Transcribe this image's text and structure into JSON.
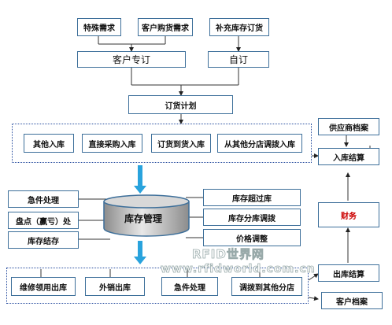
{
  "nodes": {
    "special_req": "特殊需求",
    "customer_req": "客户购货需求",
    "replenish_req": "补充库存订货",
    "customer_order": "客户专订",
    "self_order": "自订",
    "order_plan": "订货计划",
    "supplier_file": "供应商档案",
    "other_in": "其他入库",
    "direct_purchase_in": "直接采购入库",
    "order_arrival_in": "订货到货入库",
    "transfer_in": "从其他分店调拨入库",
    "in_settlement": "入库结算",
    "urgent_proc": "急件处理",
    "stocktake": "盘点（赢亏）处",
    "inventory_carry": "库存结存",
    "inventory_mgmt": "库存管理",
    "stock_warning": "库存超过库",
    "stock_balance": "库存分库调拨",
    "price_adjust": "价格调整",
    "finance": "财务",
    "out_settlement": "出库结算",
    "repair_out": "维修领用出库",
    "sales_out": "外销出库",
    "urgent_out": "急件处理",
    "transfer_out": "调拨到其他分店",
    "customer_file": "客户档案"
  },
  "watermark": {
    "line1": "RFID世界网",
    "line2": "www.rfidworld.com.cn"
  },
  "colors": {
    "border": "#3d6f9a",
    "dashed": "#2a4fa0",
    "arrow": "#29a3dd",
    "finance_text": "#cc0000"
  }
}
